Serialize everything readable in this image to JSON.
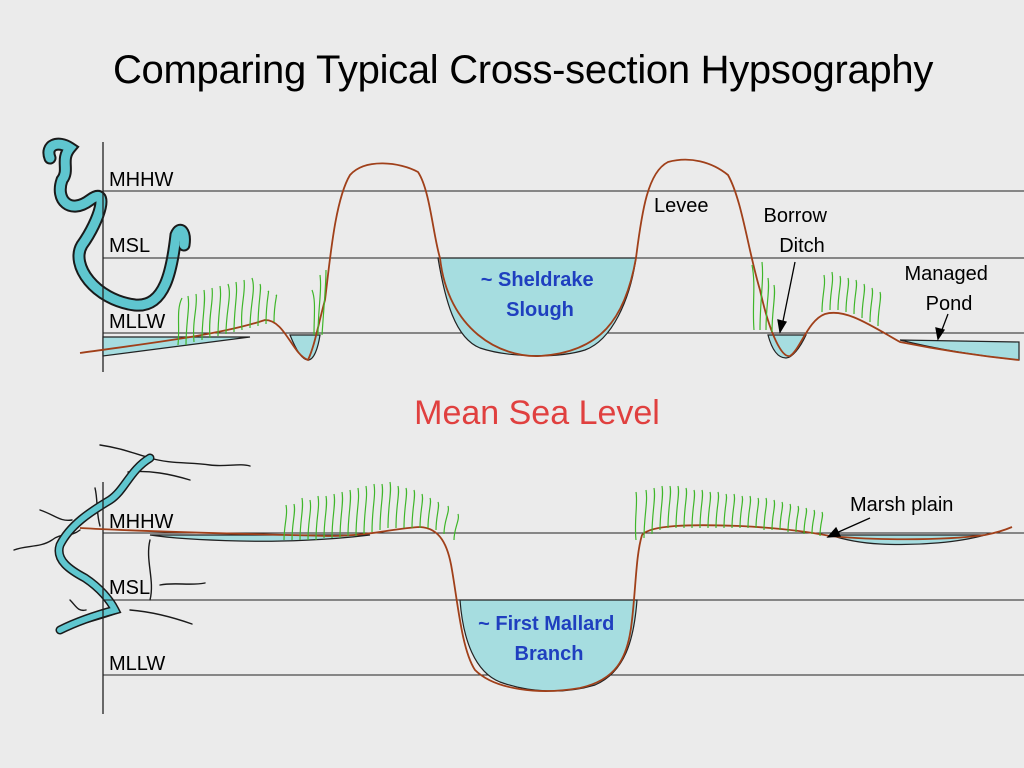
{
  "title": "Comparing Typical Cross-section Hypsography",
  "center_caption": "Mean Sea Level",
  "top_section": {
    "tidal_levels": [
      "MHHW",
      "MSL",
      "MLLW"
    ],
    "channel_label": [
      "~ Sheldrake",
      "Slough"
    ],
    "callouts": {
      "levee": "Levee",
      "borrow_ditch": [
        "Borrow",
        "Ditch"
      ],
      "managed_pond": [
        "Managed",
        "Pond"
      ]
    }
  },
  "bottom_section": {
    "tidal_levels": [
      "MHHW",
      "MSL",
      "MLLW"
    ],
    "channel_label": [
      "~ First Mallard",
      "Branch"
    ],
    "callouts": {
      "marsh_plain": "Marsh plain"
    }
  },
  "colors": {
    "background": "#ebebeb",
    "water": "#a6dde0",
    "ground_profile": "#a0401a",
    "vegetation": "#3fb62a",
    "river_icon": "#5fc6cf",
    "mean_sea_level_text": "#e0403f",
    "channel_text": "#1f3fbf"
  }
}
